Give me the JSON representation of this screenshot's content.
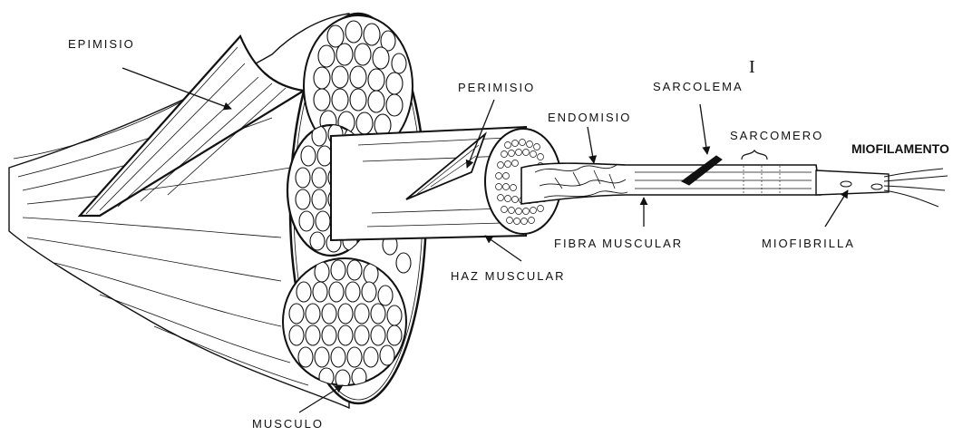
{
  "labels": {
    "epimisio": "EPIMISIO",
    "perimisio": "PERIMISIO",
    "endomisio": "ENDOMISIO",
    "sarcolema": "SARCOLEMA",
    "sarcomero": "SARCOMERO",
    "miofilamento": "MIOFILAMENTO",
    "fibra_muscular": "FIBRA  MUSCULAR",
    "miofibrilla": "MIOFIBRILLA",
    "haz_muscular": "HAZ  MUSCULAR",
    "musculo": "MUSCULO",
    "roman_numeral": "I"
  },
  "colors": {
    "ink": "#111111",
    "paper": "#ffffff"
  }
}
